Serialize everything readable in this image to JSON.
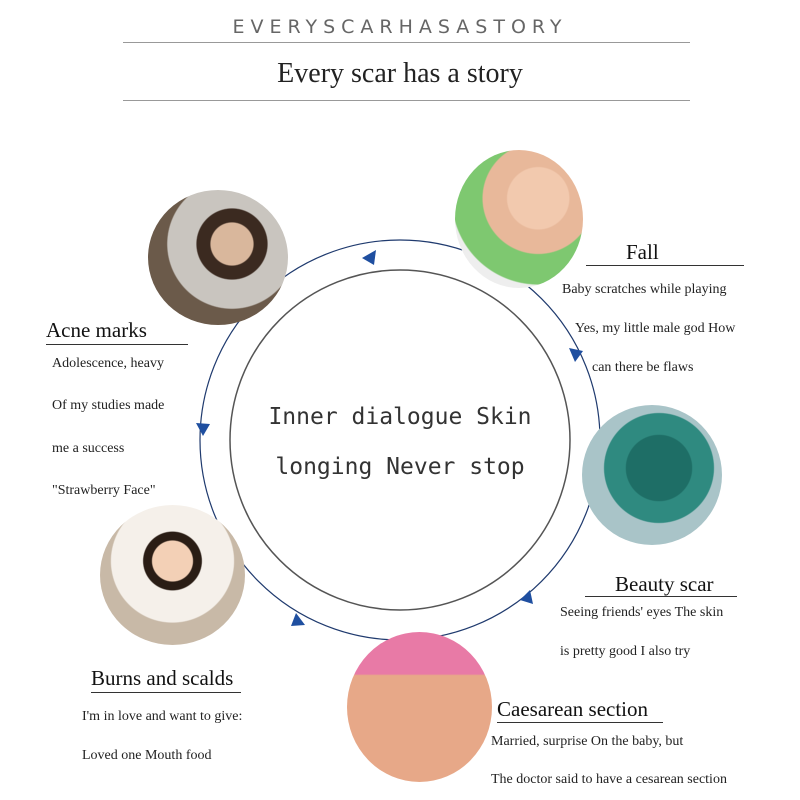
{
  "header": {
    "top_title": "EVERYSCARHASASTORY",
    "main_title": "Every scar has a story"
  },
  "center": {
    "line1": "Inner dialogue Skin",
    "line2": "longing Never stop"
  },
  "sections": {
    "fall": {
      "title": "Fall",
      "lines": [
        "Baby scratches while playing",
        "Yes, my little male god How",
        "can there be flaws"
      ]
    },
    "acne": {
      "title": "Acne marks",
      "lines": [
        "Adolescence, heavy",
        "Of my studies made",
        "me a success",
        "\"Strawberry Face\""
      ]
    },
    "beauty": {
      "title": "Beauty scar",
      "lines": [
        "Seeing friends' eyes The skin",
        "is pretty good I also try"
      ]
    },
    "burns": {
      "title": "Burns and scalds",
      "lines": [
        "I'm in love and want to give:",
        "Loved one Mouth food"
      ]
    },
    "caesarean": {
      "title": "Caesarean section",
      "lines": [
        "Married, surprise On the baby, but",
        "The doctor said to have a cesarean section"
      ]
    }
  },
  "colors": {
    "ring": "#1f3a6e",
    "arrow": "#1f4fa0",
    "inner_circle": "#555555"
  }
}
